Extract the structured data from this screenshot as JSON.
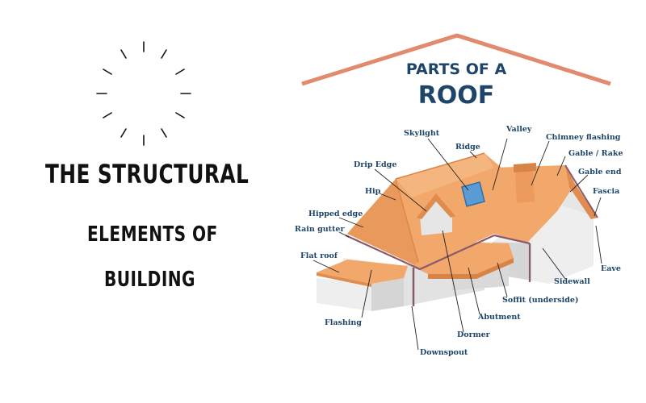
{
  "headline": {
    "line1": "THE STRUCTURAL",
    "line2": "ELEMENTS OF",
    "line3": "BUILDING"
  },
  "diagram": {
    "title_line1": "PARTS OF A",
    "title_line2": "ROOF",
    "labels": {
      "skylight": "Skylight",
      "valley": "Valley",
      "chimney_flashing": "Chimney flashing",
      "ridge": "Ridge",
      "gable_rake": "Gable / Rake",
      "drip_edge": "Drip Edge",
      "gable_end": "Gable end",
      "hip": "Hip",
      "fascia": "Fascia",
      "hipped_edge": "Hipped edge",
      "rain_gutter": "Rain gutter",
      "flat_roof": "Flat roof",
      "eave": "Eave",
      "sidewall": "Sidewall",
      "soffit": "Soffit (underside)",
      "abutment": "Abutment",
      "flashing": "Flashing",
      "dormer": "Dormer",
      "downspout": "Downspout"
    }
  },
  "colors": {
    "roof_orange": "#f2a76b",
    "roof_dark": "#e08c4e",
    "wall_light": "#eeeeee",
    "wall_shadow": "#d3d3d3",
    "gutter": "#8a5a6a",
    "label_blue": "#1d4469",
    "arch": "#e28a6e",
    "skylight": "#5b9bd5"
  },
  "icons": [
    "loading-spinner-icon"
  ]
}
